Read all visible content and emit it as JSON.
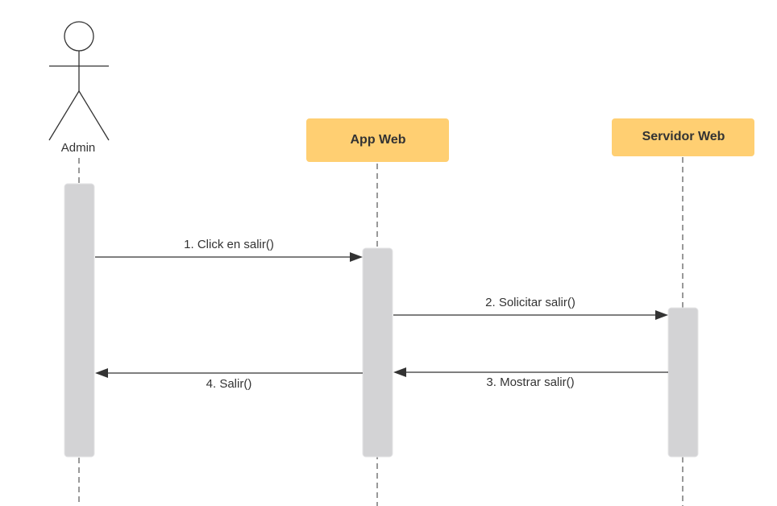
{
  "diagram": {
    "type": "sequence",
    "box_color": "#ffcf72",
    "participants": [
      {
        "id": "admin",
        "label": "Admin",
        "kind": "actor"
      },
      {
        "id": "appweb",
        "label": "App Web",
        "kind": "box"
      },
      {
        "id": "servidor",
        "label": "Servidor Web",
        "kind": "box"
      }
    ],
    "messages": [
      {
        "label": "1. Click en salir()",
        "from": "admin",
        "to": "appweb"
      },
      {
        "label": "2. Solicitar salir()",
        "from": "appweb",
        "to": "servidor"
      },
      {
        "label": "3. Mostrar salir()",
        "from": "servidor",
        "to": "appweb"
      },
      {
        "label": "4. Salir()",
        "from": "appweb",
        "to": "admin"
      }
    ]
  }
}
